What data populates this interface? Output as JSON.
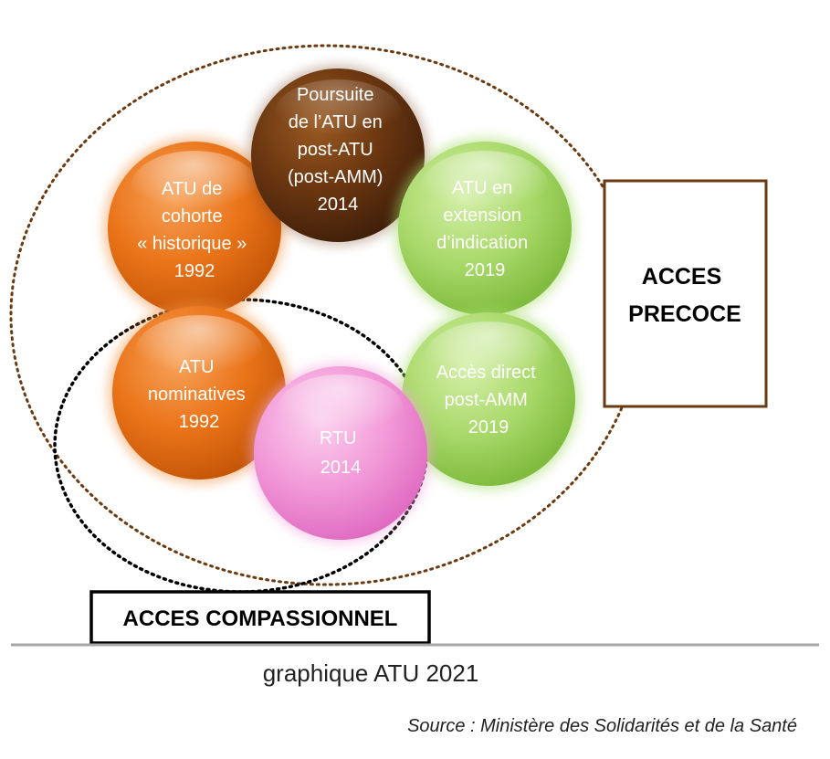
{
  "regions": {
    "precoce": {
      "label_lines": [
        "ACCES",
        "PRECOCE"
      ],
      "color": "#6b3a10"
    },
    "compassionnel": {
      "label": "ACCES COMPASSIONNEL",
      "color": "#000000"
    }
  },
  "circles": [
    {
      "id": "cohorte",
      "lines": [
        "ATU de",
        "cohorte",
        "« historique »",
        "1992"
      ],
      "color": "#e8701a"
    },
    {
      "id": "poursuite",
      "lines": [
        "Poursuite",
        "de l’ATU en",
        "post-ATU",
        "(post-AMM)",
        "2014"
      ],
      "color": "#5a2e0e"
    },
    {
      "id": "extension",
      "lines": [
        "ATU en",
        "extension",
        "d’indication",
        "2019"
      ],
      "color": "#9dd25c"
    },
    {
      "id": "direct",
      "lines": [
        "Accès direct",
        "post-AMM",
        "2019"
      ],
      "color": "#9dd25c"
    },
    {
      "id": "nominatives",
      "lines": [
        "ATU",
        "nominatives",
        "1992"
      ],
      "color": "#e8701a"
    },
    {
      "id": "rtu",
      "lines": [
        "RTU",
        "2014"
      ],
      "color": "#f08bd2"
    }
  ],
  "caption": "graphique ATU 2021",
  "source": "Source : Ministère des Solidarités et de la Santé"
}
